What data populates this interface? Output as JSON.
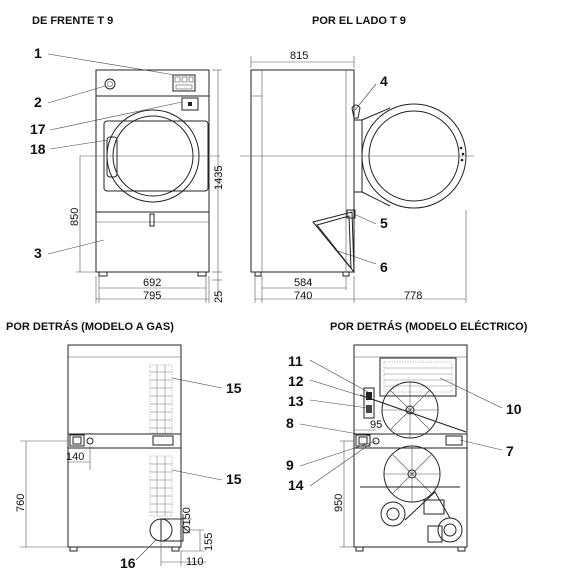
{
  "titles": {
    "front": "DE FRENTE T 9",
    "side": "POR EL LADO T 9",
    "back_gas": "POR DETRÁS (MODELO A GAS)",
    "back_electric": "POR DETRÁS (MODELO ELÉCTRICO)"
  },
  "front_view": {
    "callouts": [
      "1",
      "2",
      "17",
      "18",
      "3"
    ],
    "dims": {
      "height_total": "1435",
      "door_height": "850",
      "inner_width": "692",
      "outer_width": "795",
      "feet": "25"
    }
  },
  "side_view": {
    "callouts": [
      "4",
      "5",
      "6"
    ],
    "dims": {
      "depth": "815",
      "inner_depth": "584",
      "base_depth": "740",
      "door_reach": "778"
    }
  },
  "back_gas_view": {
    "callouts": [
      "15",
      "15",
      "16"
    ],
    "dims": {
      "offset": "140",
      "height": "760",
      "duct_dia": "Ø150",
      "duct_height": "155",
      "duct_offset": "110"
    }
  },
  "back_electric_view": {
    "callouts": [
      "11",
      "12",
      "13",
      "8",
      "9",
      "14",
      "10",
      "7"
    ],
    "dims": {
      "offset": "95",
      "height": "950"
    }
  }
}
